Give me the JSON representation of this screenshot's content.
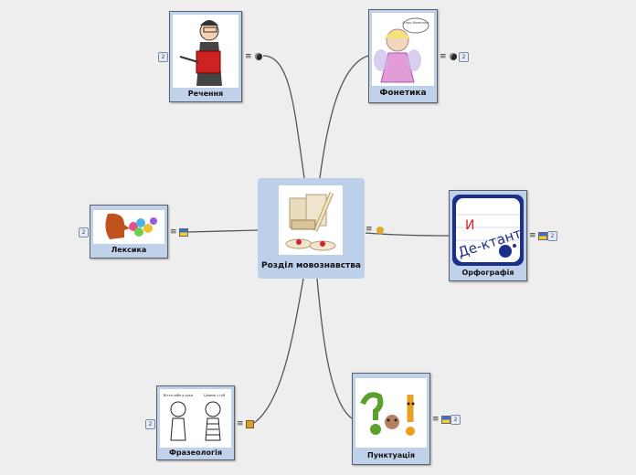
{
  "central": {
    "label": "Розділ мовознавства"
  },
  "nodes": [
    {
      "id": "rechennia",
      "label": "Речення",
      "badge": "2"
    },
    {
      "id": "fonetyka",
      "label": "Фонетика",
      "badge": "2",
      "bubble": "Я про Фонетику"
    },
    {
      "id": "leksyka",
      "label": "Лексика",
      "badge": "2"
    },
    {
      "id": "orfohrafiia",
      "label": "Орфографія",
      "badge": "2",
      "picture_text": {
        "top": "И",
        "main": "Де-ктант"
      }
    },
    {
      "id": "frazeolohiia",
      "label": "Фразеологія",
      "badge": "2",
      "caption_left": "Вітти себе в руки",
      "caption_right": "Цілимо з губ"
    },
    {
      "id": "punktuatsiia",
      "label": "Пунктуація",
      "badge": "2"
    }
  ],
  "icons": {
    "notes": "notes-icon",
    "globe": "globe-icon",
    "flag": "flag-icon",
    "lock": "lock-icon",
    "drop": "drop-icon"
  },
  "colors": {
    "node_bg": "#c0d2ea",
    "background": "#eeeeee",
    "link": "#555555"
  }
}
